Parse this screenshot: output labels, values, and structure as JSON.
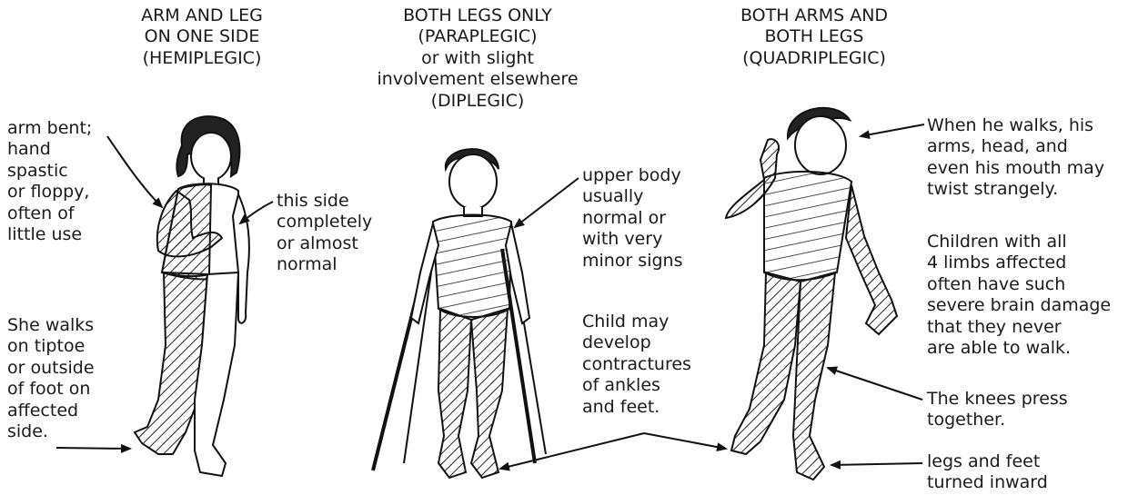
{
  "panels": [
    {
      "heading": "ARM AND LEG\nON ONE SIDE\n(HEMIPLEGIC)",
      "callouts": {
        "arm": "arm bent;\nhand\nspastic\nor floppy,\noften of\nlittle use",
        "side": "this side\ncompletely\nor almost\nnormal",
        "walk": "She walks\non tiptoe\nor outside\nof foot on\naffected\nside."
      }
    },
    {
      "heading": "BOTH LEGS ONLY\n(PARAPLEGIC)\nor with slight\ninvolvement elsewhere\n(DIPLEGIC)",
      "callouts": {
        "upper": "upper body\nusually\nnormal or\nwith very\nminor signs",
        "contract": "Child may\ndevelop\ncontractures\nof ankles\nand feet."
      }
    },
    {
      "heading": "BOTH ARMS AND\nBOTH LEGS\n(QUADRIPLEGIC)",
      "callouts": {
        "twist": "When he walks, his\narms, head, and\neven his mouth may\ntwist strangely.",
        "brain": "Children with all\n4 limbs affected\noften have such\nsevere brain damage\nthat they never\nare able to walk.",
        "knees": "The knees press\ntogether.",
        "feet": "legs and feet\nturned inward"
      }
    }
  ]
}
